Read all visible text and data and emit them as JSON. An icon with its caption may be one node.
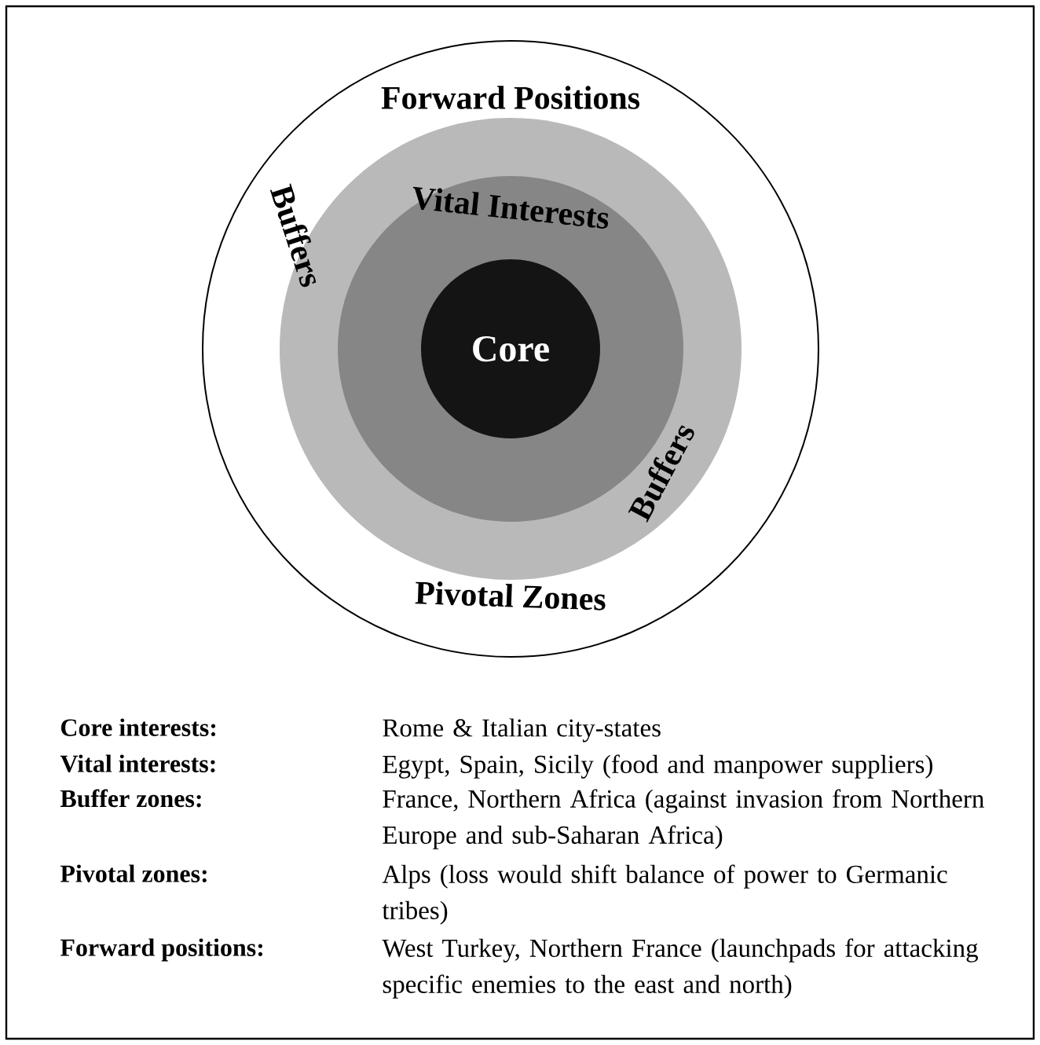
{
  "diagram": {
    "nodes": [
      {
        "text": [
          "Forward Positions",
          "Pivotal Zones"
        ]
      },
      {
        "text": [
          "Buffers",
          "Buffers"
        ],
        "in": 0
      },
      {
        "text": [
          "Vital Interests"
        ],
        "in": 1
      },
      {
        "text": [
          "Core"
        ],
        "in": 2
      }
    ],
    "labels": [
      "Core interests:",
      "Rome & Italian city-states",
      "Vital interests:",
      "Egypt, Spain, Sicily (food and manpower suppliers)",
      "Buffer zones:",
      "France, Northern Africa (against invasion from Northern Europe and sub-Saharan Africa)",
      "Pivotal zones:",
      "Alps (loss would shift balance of power to Germanic tribes)",
      "Forward positions:",
      "West Turkey, Northern France (launchpads for attacking specific enemies to the east and north)"
    ]
  }
}
